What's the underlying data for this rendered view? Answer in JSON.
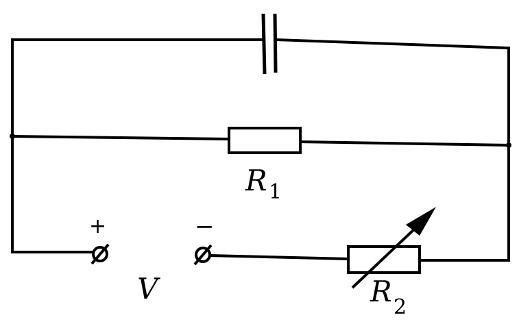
{
  "labels": {
    "r1_letter": "R",
    "r1_sub": "1",
    "r2_letter": "R",
    "r2_sub": "2",
    "voltage": "V",
    "plus": "+",
    "minus": "−"
  },
  "components": {
    "capacitor": "capacitor-symbol",
    "resistor_r1": "fixed-resistor-symbol",
    "resistor_r2": "variable-resistor-symbol",
    "terminals": "voltage-terminal-symbol"
  }
}
